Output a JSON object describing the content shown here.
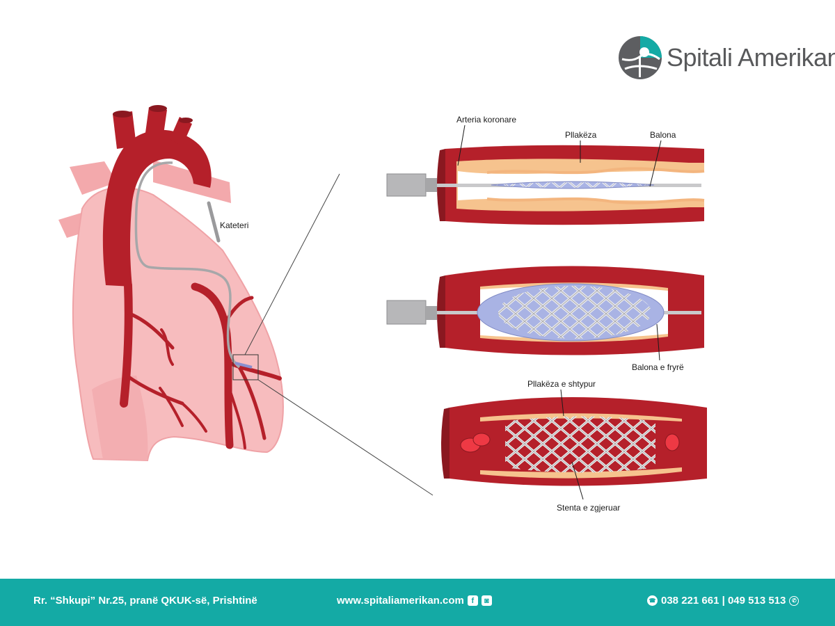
{
  "logo": {
    "name": "Spitali Amerikan"
  },
  "labels": {
    "catheter": "Kateteri",
    "coronary_artery": "Arteria koronare",
    "plaque": "Pllakëza",
    "balloon": "Balona",
    "inflated_balloon": "Balona e fryrë",
    "compressed_plaque": "Pllakëza e shtypur",
    "expanded_stent": "Stenta e zgjeruar"
  },
  "footer": {
    "address": "Rr. “Shkupi” Nr.25, pranë QKUK-së, Prishtinë",
    "website": "www.spitaliamerikan.com",
    "phones": "038 221 661 | 049 513 513"
  },
  "icons": [
    "facebook-icon",
    "instagram-icon",
    "phone-icon",
    "viber-icon"
  ],
  "colors": {
    "teal": "#14aaa5",
    "artery_red": "#b5202a",
    "heart_pink": "#f4b6b8",
    "plaque": "#f6c38e",
    "balloon": "#a9b3e4"
  }
}
